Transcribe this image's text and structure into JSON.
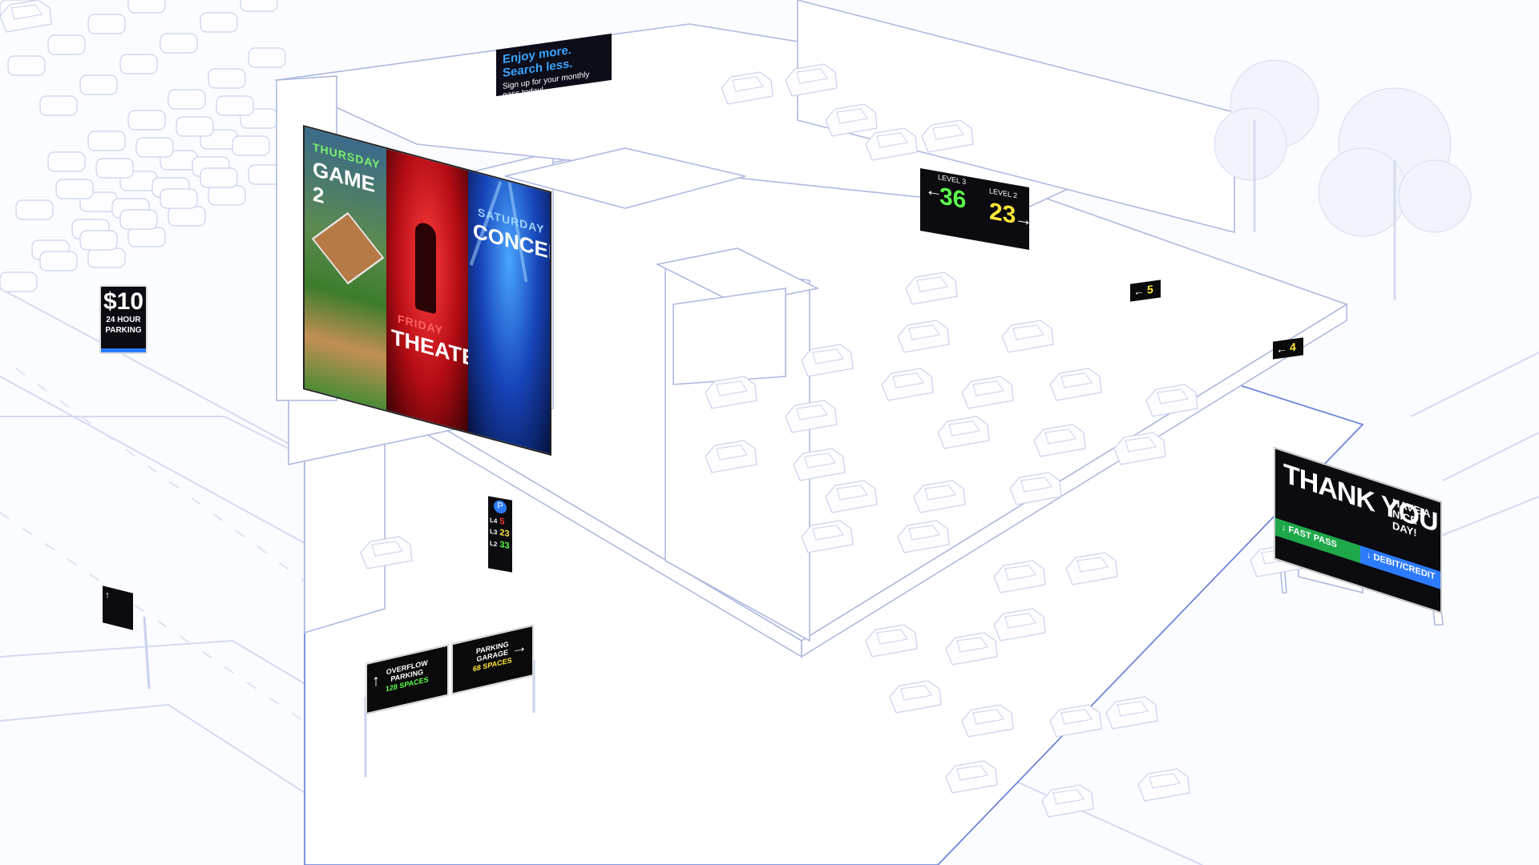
{
  "banner": {
    "line1": "Enjoy more. Search less.",
    "line2": "Sign up for your monthly pass today!"
  },
  "billboard": {
    "panels": [
      {
        "small": "THURSDAY",
        "big": "GAME 2"
      },
      {
        "small": "FRIDAY",
        "big": "THEATER"
      },
      {
        "small": "SATURDAY",
        "big": "CONCERT"
      }
    ]
  },
  "rate_sign": {
    "price": "$10",
    "label_line1": "24 HOUR",
    "label_line2": "PARKING"
  },
  "level_sign": {
    "left_label": "LEVEL 3",
    "left_count": "36",
    "right_label": "LEVEL 2",
    "right_count": "23",
    "left_arrow": "←",
    "right_arrow": "→"
  },
  "mini_signs": [
    {
      "arrow": "←",
      "num": "5"
    },
    {
      "arrow": "←",
      "num": "4"
    }
  ],
  "availability_sign": {
    "icon": "P",
    "rows": [
      {
        "level": "L4",
        "count": "5"
      },
      {
        "level": "L3",
        "count": "23"
      },
      {
        "level": "L2",
        "count": "33"
      }
    ]
  },
  "gantry": {
    "left": {
      "arrow": "↑",
      "line1": "OVERFLOW",
      "line2": "PARKING",
      "count": "128 SPACES"
    },
    "right": {
      "arrow": "→",
      "line1": "PARKING",
      "line2": "GARAGE",
      "count": "68 SPACES"
    }
  },
  "thanks_sign": {
    "title": "THANK YOU",
    "sub": "HAVE A NICE DAY!",
    "left_lane": "↓ FAST PASS",
    "right_lane": "↓ DEBIT/CREDIT"
  },
  "colors": {
    "accent_blue": "#2c7bff",
    "green": "#5cff4c",
    "yellow": "#ffe636",
    "red": "#ff3737"
  }
}
